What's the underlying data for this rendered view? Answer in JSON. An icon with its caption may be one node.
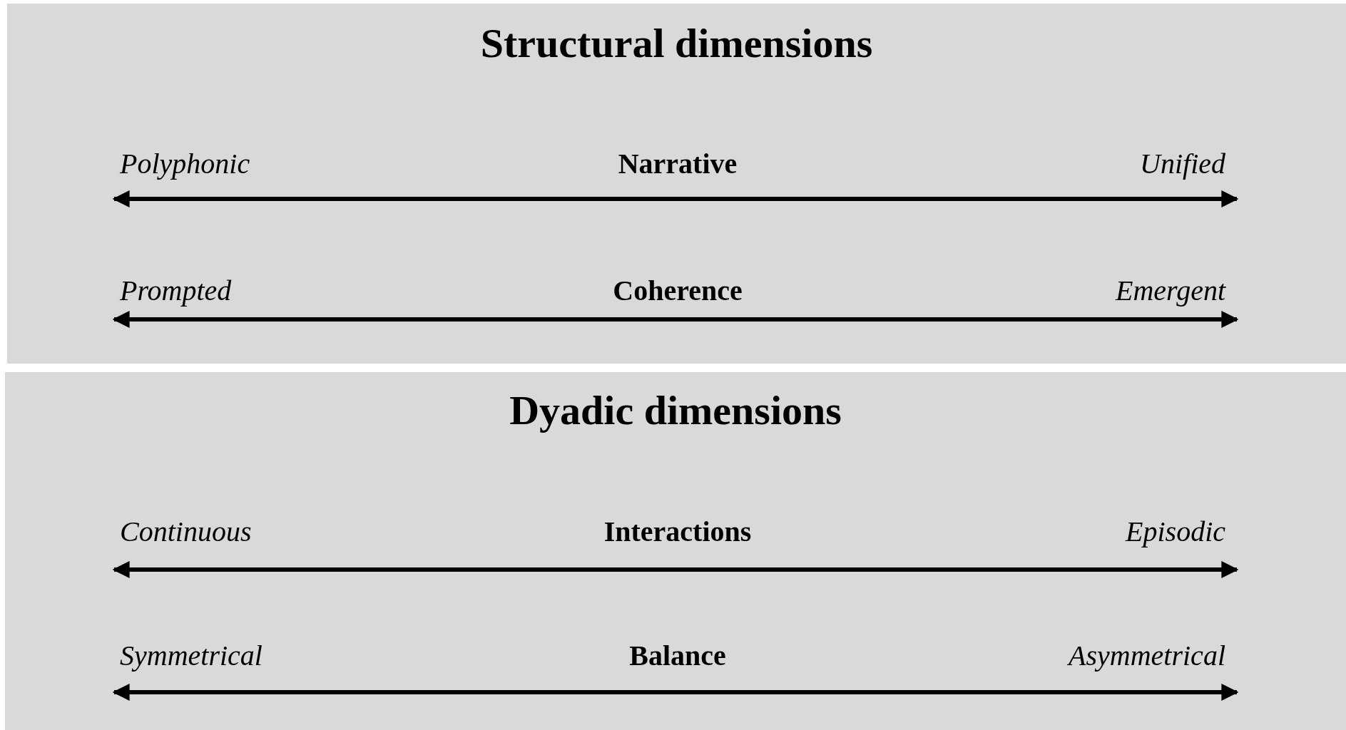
{
  "diagram": {
    "nodes": [
      {
        "text": [
          "Structural dimensions"
        ]
      },
      {
        "text": [
          "Dyadic dimensions"
        ]
      }
    ],
    "labels": [
      "Polyphonic",
      "Narrative",
      "Unified",
      "Prompted",
      "Coherence",
      "Emergent",
      "Continuous",
      "Interactions",
      "Episodic",
      "Symmetrical",
      "Balance",
      "Asymmetrical"
    ]
  }
}
